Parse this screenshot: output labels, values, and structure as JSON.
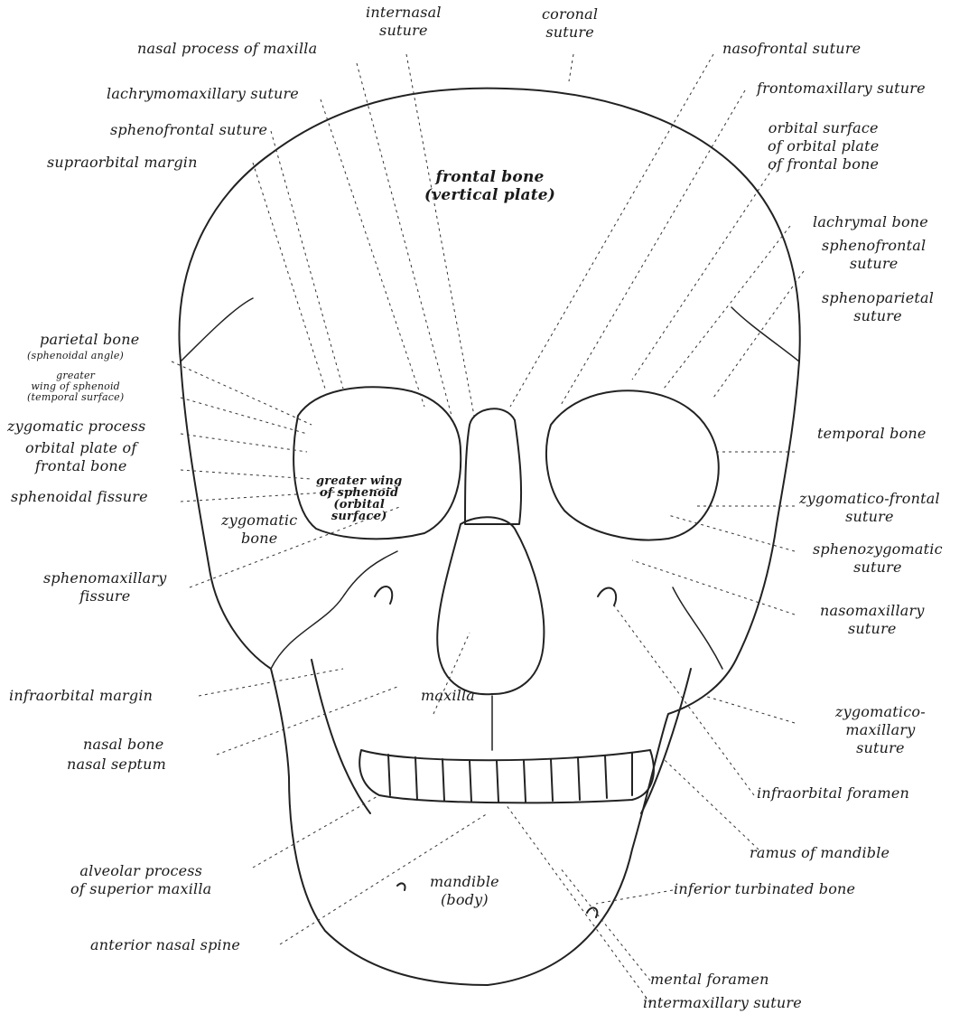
{
  "labels": {
    "internasal_suture": [
      "internasal",
      "suture"
    ],
    "coronal_suture": [
      "coronal",
      "suture"
    ],
    "nasal_process_of_maxilla": "nasal process of maxilla",
    "nasofrontal_suture": "nasofrontal suture",
    "lachrymomaxillary_suture": "lachrymomaxillary suture",
    "frontomaxillary_suture": "frontomaxillary suture",
    "sphenofrontal_suture_left": "sphenofrontal suture",
    "supraorbital_margin": "supraorbital margin",
    "orbital_surface": [
      "orbital surface",
      "of orbital plate",
      "of frontal bone"
    ],
    "frontal_bone": [
      "frontal bone",
      "(vertical plate)"
    ],
    "lachrymal_bone": "lachrymal bone",
    "sphenofrontal_suture_right": [
      "sphenofrontal",
      "suture"
    ],
    "sphenoparietal_suture": [
      "sphenoparietal",
      "suture"
    ],
    "parietal_bone": "parietal bone",
    "sphenoidal_angle": "(sphenoidal angle)",
    "greater_wing_temporal": [
      "greater",
      "wing of sphenoid",
      "(temporal surface)"
    ],
    "zygomatic_process": "zygomatic process",
    "orbital_plate_of_frontal_bone": [
      "orbital plate of",
      "frontal bone"
    ],
    "sphenoidal_fissure": "sphenoidal fissure",
    "temporal_bone": "temporal bone",
    "greater_wing_orbital": [
      "greater wing",
      "of sphenoid",
      "(orbital",
      "surface)"
    ],
    "zygomatic_bone": [
      "zygomatic",
      "bone"
    ],
    "zygomatico_frontal_suture": [
      "zygomatico-frontal",
      "suture"
    ],
    "sphenozygomatic_suture": [
      "sphenozygomatic",
      "suture"
    ],
    "sphenomaxillary_fissure": [
      "sphenomaxillary",
      "fissure"
    ],
    "nasomaxillary_suture": [
      "nasomaxillary",
      "suture"
    ],
    "infraorbital_margin": "infraorbital margin",
    "maxilla": "maxilla",
    "zygomatico_maxillary_suture": [
      "zygomatico-",
      "maxillary",
      "suture"
    ],
    "nasal_bone": "nasal bone",
    "nasal_septum": "nasal septum",
    "infraorbital_foramen": "infraorbital foramen",
    "ramus_of_mandible": "ramus of mandible",
    "alveolar_process": [
      "alveolar process",
      "of superior maxilla"
    ],
    "mandible_body": [
      "mandible",
      "(body)"
    ],
    "inferior_turbinated_bone": "inferior turbinated bone",
    "anterior_nasal_spine": "anterior nasal spine",
    "mental_foramen": "mental foramen",
    "intermaxillary_suture": "intermaxillary suture"
  }
}
